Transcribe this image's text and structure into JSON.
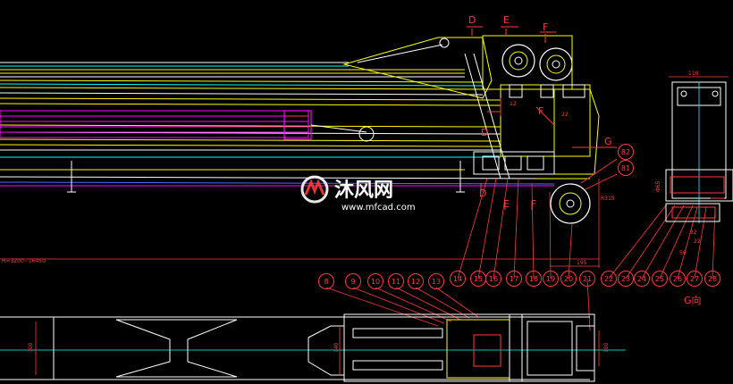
{
  "section_labels": {
    "D_top": "D",
    "E_top": "E",
    "F_top": "F",
    "D_mid": "D",
    "F_mid": "F",
    "D_bottom": "D",
    "E_bottom": "E",
    "F_bottom": "F",
    "G": "G",
    "G_view": "G向"
  },
  "dimensions": {
    "d_12": "12",
    "d_22": "22",
    "d_195": "195",
    "d_110": "110",
    "d_465": "Φ65",
    "d_32": "32",
    "d_22b": "22",
    "d_56": "56",
    "d_r": "R315",
    "d_left_label": "H=3200~16450",
    "d_300": "300",
    "d_140": "140",
    "d_180": "180"
  },
  "balloons": [
    "8",
    "9",
    "10",
    "11",
    "12",
    "13",
    "14",
    "15",
    "16",
    "17",
    "18",
    "19",
    "20",
    "21",
    "22",
    "23",
    "24",
    "25",
    "26",
    "27",
    "28"
  ],
  "balloons_right": [
    "82",
    "81"
  ],
  "watermark": {
    "brand": "沐风网",
    "url": "www.mfcad.com"
  },
  "colors": {
    "yellow": "#ffff00",
    "white": "#ffffff",
    "cyan": "#00ffff",
    "magenta": "#ff00ff",
    "red": "#ff3a3a",
    "green": "#00ff00",
    "blue": "#4a6cff"
  }
}
